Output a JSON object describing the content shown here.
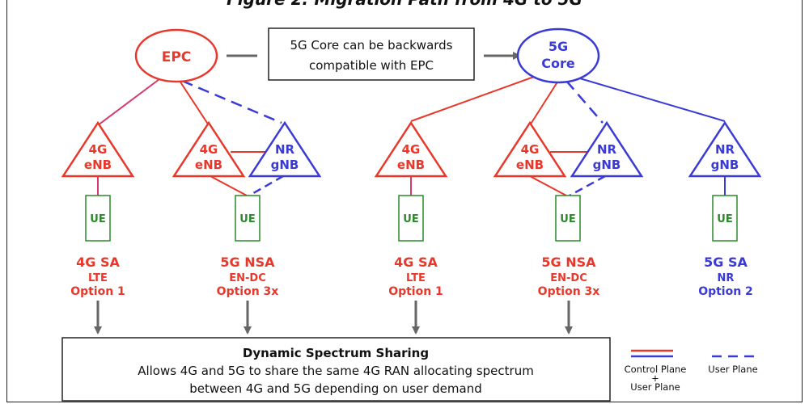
{
  "title": "Figure 2: Migration Path from 4G to 5G",
  "callout": {
    "line1": "5G Core can be backwards",
    "line2": "compatible with EPC"
  },
  "nodes": {
    "epc": "EPC",
    "core_line1": "5G",
    "core_line2": "Core",
    "enb_line1": "4G",
    "enb_line2": "eNB",
    "gnb_line1": "NR",
    "gnb_line2": "gNB",
    "ue": "UE"
  },
  "options": [
    {
      "name": "4G SA",
      "sub": "LTE",
      "opt": "Option 1",
      "color": "#e8382b"
    },
    {
      "name": "5G NSA",
      "sub": "EN-DC",
      "opt": "Option 3x",
      "color": "#e8382b"
    },
    {
      "name": "4G SA",
      "sub": "LTE",
      "opt": "Option 1",
      "color": "#e8382b"
    },
    {
      "name": "5G NSA",
      "sub": "EN-DC",
      "opt": "Option 3x",
      "color": "#e8382b"
    },
    {
      "name": "5G SA",
      "sub": "NR",
      "opt": "Option 2",
      "color": "#3a3ad6"
    }
  ],
  "dss": {
    "title": "Dynamic Spectrum Sharing",
    "line1": "Allows 4G and 5G to share the same 4G RAN allocating spectrum",
    "line2": "between 4G and 5G depending on user demand"
  },
  "legend": {
    "control_line1": "Control Plane",
    "plus": "+",
    "control_line2": "User Plane",
    "user": "User Plane"
  },
  "colors": {
    "control": "#e8382b",
    "user": "#3a3ad6",
    "ue": "#2a8a2a",
    "arrow": "#666666"
  }
}
